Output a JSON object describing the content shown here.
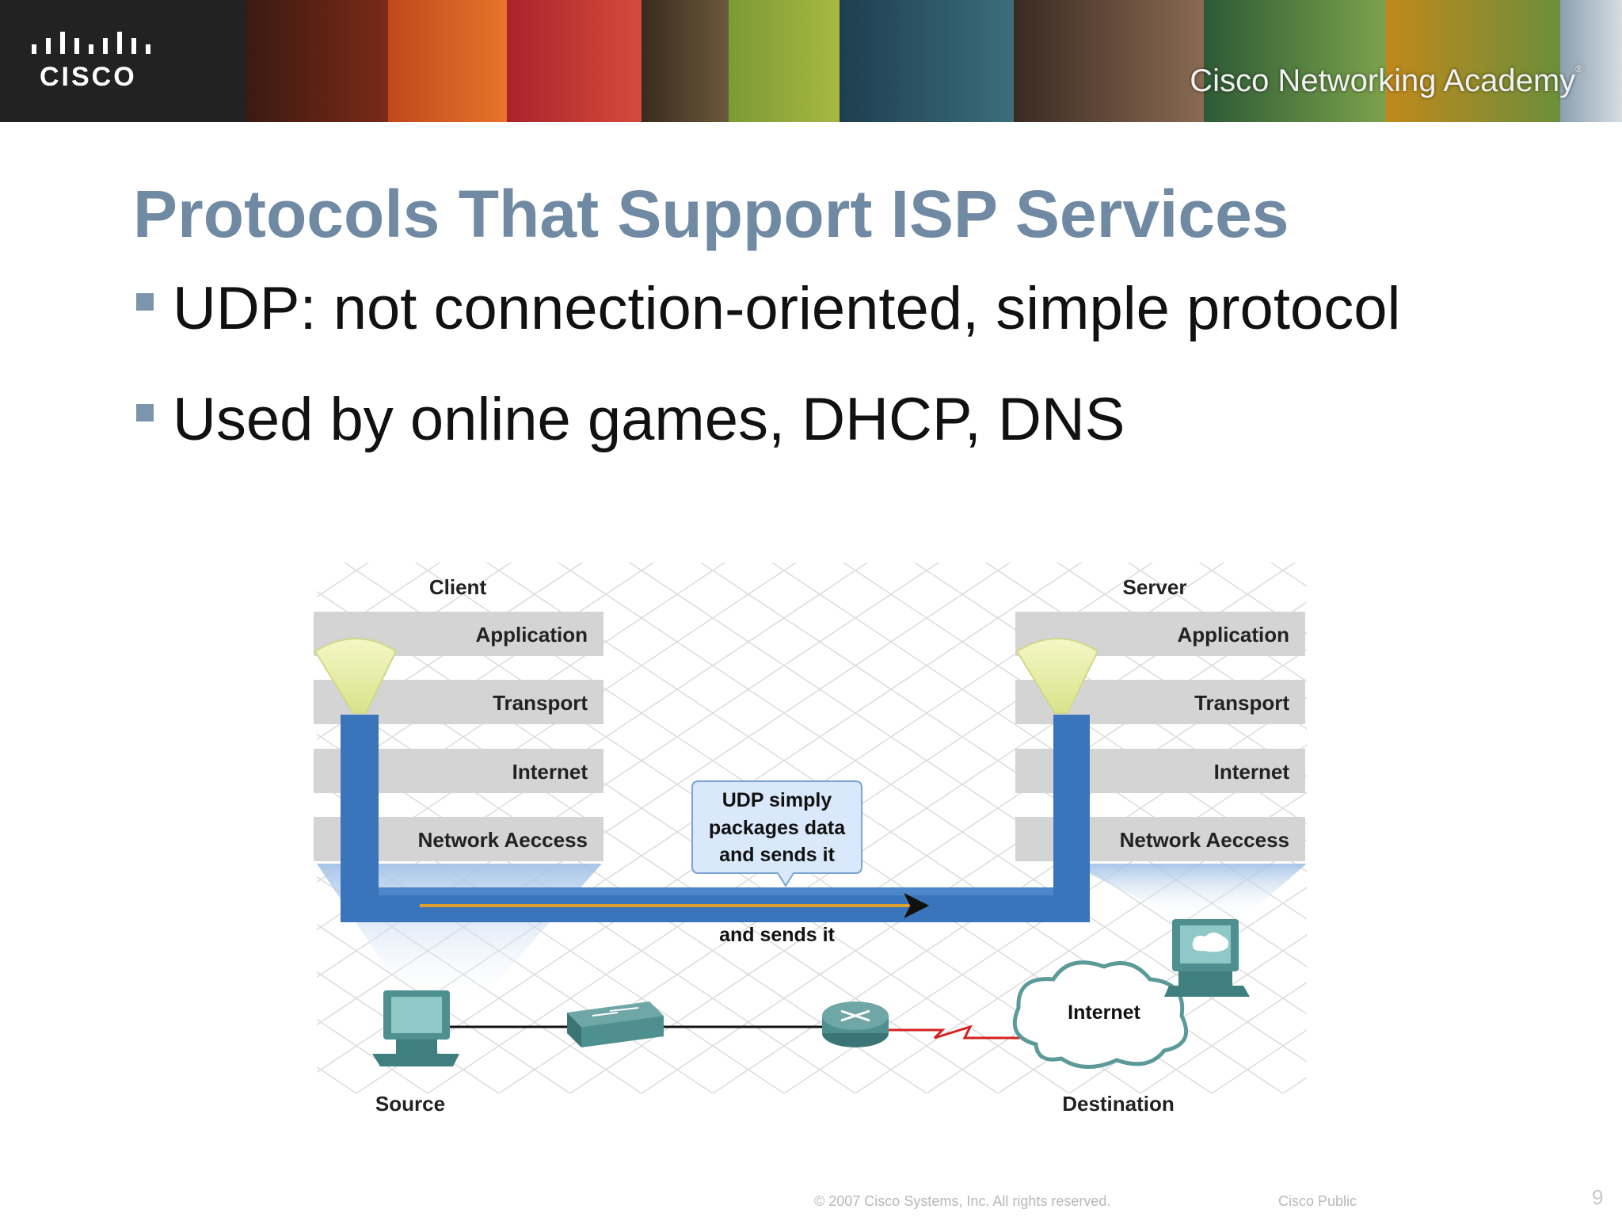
{
  "banner": {
    "logo_text": "CISCO",
    "academy_text": "Cisco Networking Academy",
    "academy_mark": "®"
  },
  "slide": {
    "title": "Protocols That Support ISP Services",
    "bullets": [
      "UDP:  not connection-oriented, simple protocol",
      "Used by online games, DHCP, DNS"
    ]
  },
  "diagram": {
    "client_label": "Client",
    "server_label": "Server",
    "client_layers": [
      "Application",
      "Transport",
      "Internet",
      "Network Aeccess"
    ],
    "server_layers": [
      "Application",
      "Transport",
      "Internet",
      "Network Aeccess"
    ],
    "callout_lines": [
      "UDP simply",
      "packages data",
      "and sends it"
    ],
    "pipe_caption": "and sends it",
    "cloud_label": "Internet",
    "source_label": "Source",
    "destination_label": "Destination",
    "colors": {
      "pipe": "#3a74bb",
      "layer_band": "#d4d4d4",
      "device": "#4e8f8f",
      "wan_link": "#d82020"
    }
  },
  "footer": {
    "copyright": "© 2007 Cisco Systems, Inc. All rights reserved.",
    "classification": "Cisco Public",
    "page_number": "9"
  }
}
